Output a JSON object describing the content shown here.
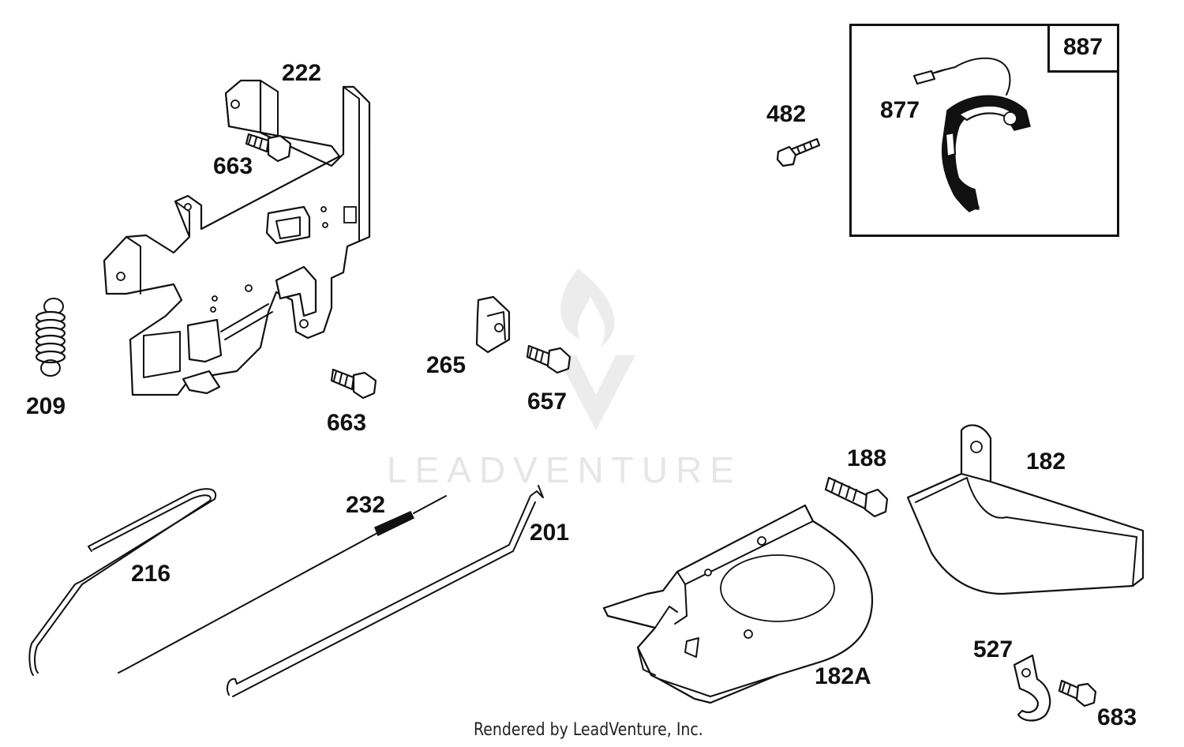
{
  "labels": {
    "p222": "222",
    "p663a": "663",
    "p663b": "663",
    "p209": "209",
    "p265": "265",
    "p657": "657",
    "p482": "482",
    "p877": "877",
    "p887": "887",
    "p188": "188",
    "p182": "182",
    "p182a": "182A",
    "p216": "216",
    "p232": "232",
    "p201": "201",
    "p527": "527",
    "p683": "683"
  },
  "watermark": {
    "text": "LEADVENTURE"
  },
  "footer": {
    "text": "Rendered by LeadVenture, Inc."
  },
  "colors": {
    "line": "#111111",
    "background": "#ffffff",
    "watermark": "#e6e6e6"
  }
}
